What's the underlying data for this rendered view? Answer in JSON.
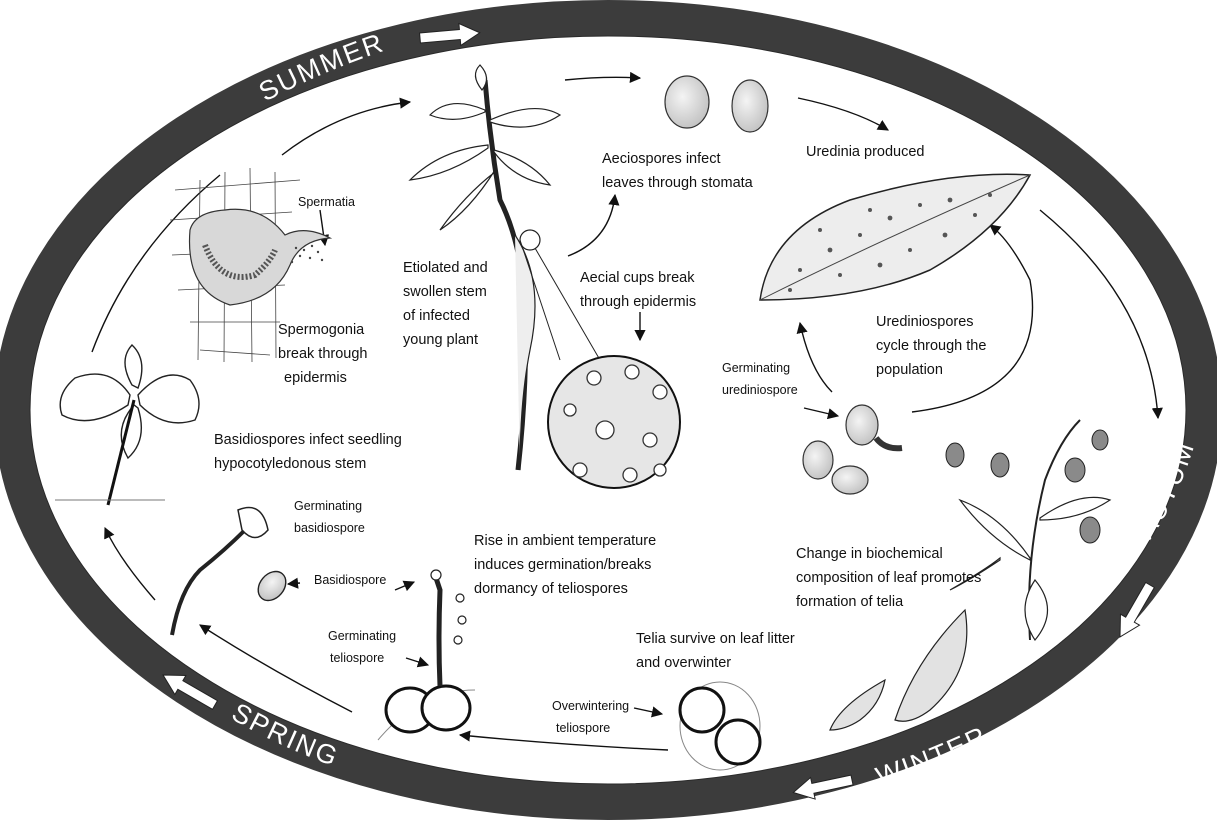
{
  "seasons": {
    "summer": "SUMMER",
    "autumn": "AUTUMN",
    "winter": "WINTER",
    "spring": "SPRING"
  },
  "labels": {
    "spermatia": "Spermatia",
    "spermogonia": [
      "Spermogonia",
      "break through",
      "epidermis"
    ],
    "etiolated": [
      "Etiolated and",
      "swollen stem",
      "of infected",
      "young plant"
    ],
    "aeciospores": [
      "Aeciospores infect",
      "leaves through stomata"
    ],
    "aecial": [
      "Aecial cups break",
      "through epidermis"
    ],
    "uredinia": "Uredinia produced",
    "urediniospores": [
      "Urediniospores",
      "cycle through the",
      "population"
    ],
    "germ_uredinio": [
      "Germinating",
      "urediniospore"
    ],
    "basidio_infect": [
      "Basidiospores infect seedling",
      "hypocotyledonous stem"
    ],
    "germ_basidio": [
      "Germinating",
      "basidiospore"
    ],
    "basidiospore": "Basidiospore",
    "germ_telio": [
      "Germinating",
      "teliospore"
    ],
    "rise_temp": [
      "Rise in ambient temperature",
      "induces germination/breaks",
      "dormancy of teliospores"
    ],
    "change_biochem": [
      "Change in biochemical",
      "composition of leaf promotes",
      "formation of telia"
    ],
    "telia_survive": [
      "Telia survive on leaf litter",
      "and overwinter"
    ],
    "overwintering": [
      "Overwintering",
      "teliospore"
    ]
  },
  "colors": {
    "ring": "#3c3c3c",
    "ink": "#111111",
    "season_text": "#ffffff",
    "background": "#ffffff"
  }
}
